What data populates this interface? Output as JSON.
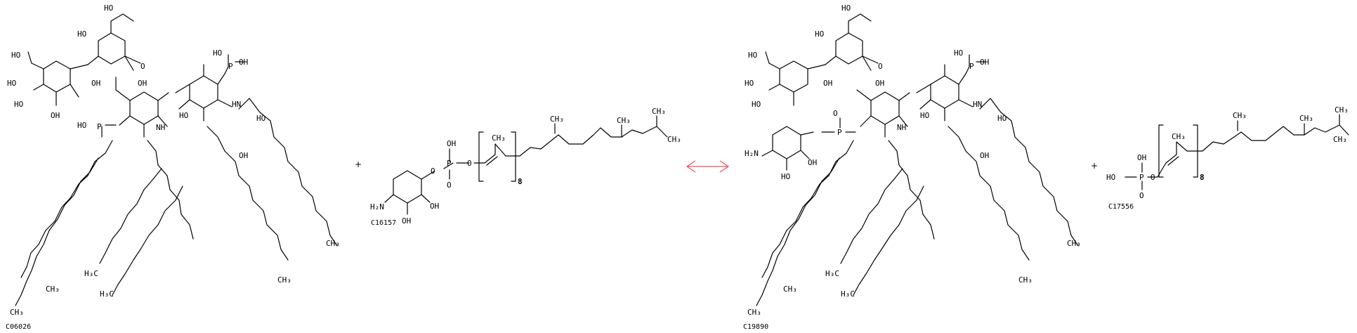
{
  "compounds": {
    "c1": {
      "id": "C06026"
    },
    "c2": {
      "id": "C16157"
    },
    "c3": {
      "id": "C19890"
    },
    "c4": {
      "id": "C17556"
    }
  },
  "operators": {
    "plus": "+",
    "repeat_count": "8"
  },
  "labels": {
    "HO": "HO",
    "OH": "OH",
    "O": "O",
    "P": "P",
    "NH": "NH",
    "HN": "HN",
    "H2N": "H₂N",
    "CH3": "CH₃",
    "H3C": "H₃C",
    "Me": "CH₃"
  },
  "colors": {
    "arrow": "#e8555a",
    "ink": "#000000"
  }
}
